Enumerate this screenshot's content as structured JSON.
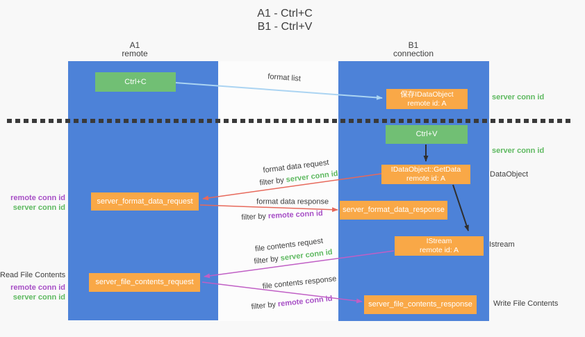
{
  "title": {
    "line1": "A1 - Ctrl+C",
    "line2": "B1 - Ctrl+V"
  },
  "lanes": {
    "left": {
      "name": "A1",
      "role": "remote"
    },
    "right": {
      "name": "B1",
      "role": "connection"
    }
  },
  "nodes": {
    "ctrl_c": "Ctrl+C",
    "ctrl_v": "Ctrl+V",
    "save_dataobject": {
      "line1": "保存IDataObject",
      "line2": "remote id: A"
    },
    "getdata": {
      "line1": "IDataObject::GetData",
      "line2": "remote id: A"
    },
    "istream": {
      "line1": "IStream",
      "line2": "remote id: A"
    },
    "format_request": "server_format_data_request",
    "format_response": "server_format_data_response",
    "file_request": "server_file_contents_request",
    "file_response": "server_file_contents_response"
  },
  "edge_labels": {
    "format_list": "format list",
    "format_data_request": "format data request",
    "format_data_response": "format data response",
    "file_contents_request": "file contents request",
    "file_contents_response": "file contents response",
    "filter_by": "filter by ",
    "server_conn_id": "server conn id",
    "remote_conn_id": "remote conn id"
  },
  "annotations": {
    "right_server_conn_id_1": "server conn id",
    "right_server_conn_id_2": "server conn id",
    "dataobject": "DataObject",
    "istream": "Istream",
    "write_file_contents": "Write File Contents",
    "left_remote_conn_id_1": "remote conn id",
    "left_server_conn_id_1": "server conn id",
    "read_file_contents": "Read File Contents",
    "left_remote_conn_id_2": "remote conn id",
    "left_server_conn_id_2": "server conn id"
  },
  "colors": {
    "bg": "#f8f8f8",
    "lane_blue": "#4d82d8",
    "box_green": "#71bf74",
    "box_orange": "#f9a847",
    "arrow_red": "#e7695b",
    "arrow_magenta": "#c05fc5",
    "arrow_blue": "#abd4f2",
    "arrow_black": "#2f2f2f",
    "text_green": "#5eb960",
    "text_purple": "#a74fc6",
    "text_dark": "#3d3d3d",
    "dash": "#3a3a3a"
  }
}
